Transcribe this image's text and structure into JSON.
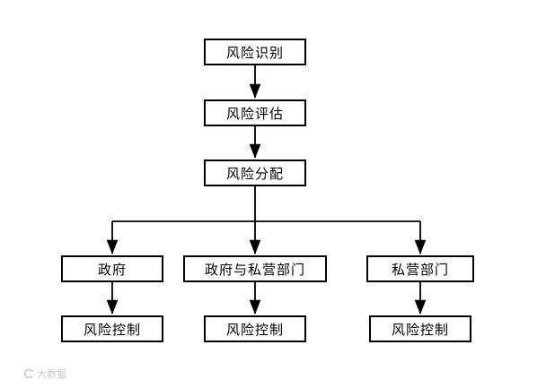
{
  "diagram": {
    "title": "risk-management-flowchart",
    "nodes": {
      "risk_identification": "风险识别",
      "risk_assessment": "风险评估",
      "risk_allocation": "风险分配",
      "government": "政府",
      "government_and_private": "政府与私营部门",
      "private_sector": "私营部门",
      "risk_control_left": "风险控制",
      "risk_control_middle": "风险控制",
      "risk_control_right": "风险控制"
    },
    "edges": [
      "风险识别 -> 风险评估",
      "风险评估 -> 风险分配",
      "风险分配 -> 政府",
      "风险分配 -> 政府与私营部门",
      "风险分配 -> 私营部门",
      "政府 -> 风险控制",
      "政府与私营部门 -> 风险控制",
      "私营部门 -> 风险控制"
    ],
    "colors": {
      "line": "#000000",
      "box_border": "#000000",
      "box_fill": "#ffffff",
      "background": "#ffffff",
      "watermark": "#c9c9c9"
    },
    "watermark": {
      "text": "大数据"
    }
  }
}
